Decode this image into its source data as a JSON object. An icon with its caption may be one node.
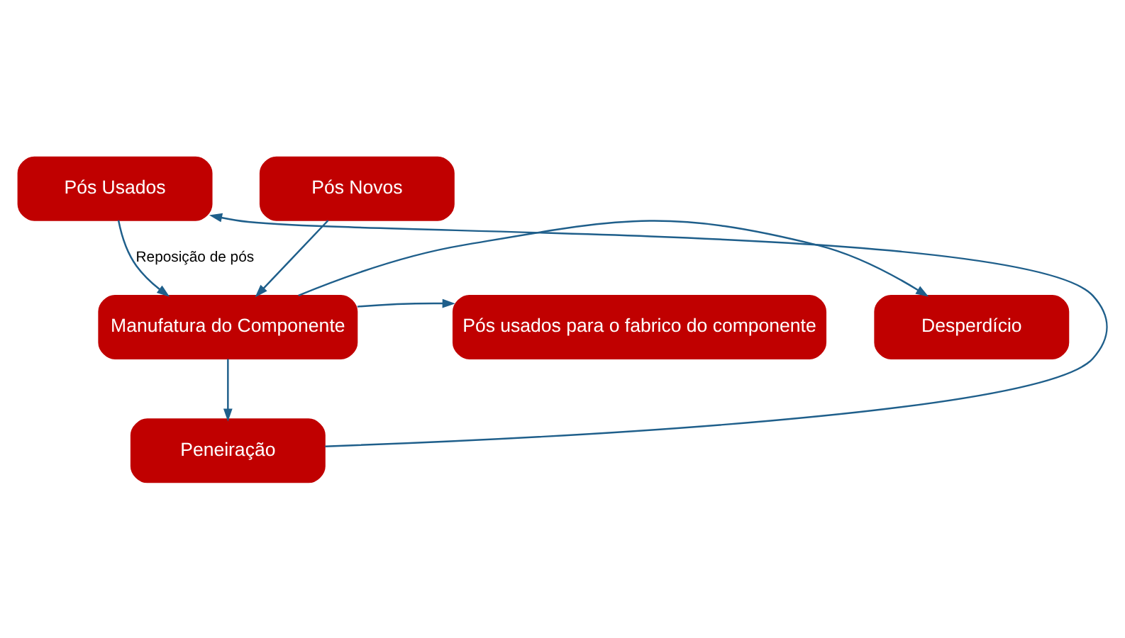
{
  "diagram": {
    "nodes": [
      {
        "text": [
          "Pós Usados"
        ]
      },
      {
        "text": [
          "Pós Novos"
        ]
      },
      {
        "text": [
          "Desperdício"
        ]
      },
      {
        "text": [
          "Manufatura do Componente"
        ]
      },
      {
        "text": [
          "Pós usados para o fabrico do componente"
        ]
      },
      {
        "text": [
          "Peneiração"
        ]
      }
    ],
    "edges": [
      {
        "from": 0,
        "to": 3,
        "arrow": "to",
        "label": "Reposição de pós"
      },
      {
        "from": 1,
        "to": 3,
        "arrow": "to"
      },
      {
        "from": 3,
        "to": 2,
        "arrow": "to"
      },
      {
        "from": 3,
        "to": 4,
        "arrow": "to"
      },
      {
        "from": 3,
        "to": 5,
        "arrow": "to"
      },
      {
        "from": 5,
        "to": 0,
        "arrow": "to"
      }
    ]
  }
}
